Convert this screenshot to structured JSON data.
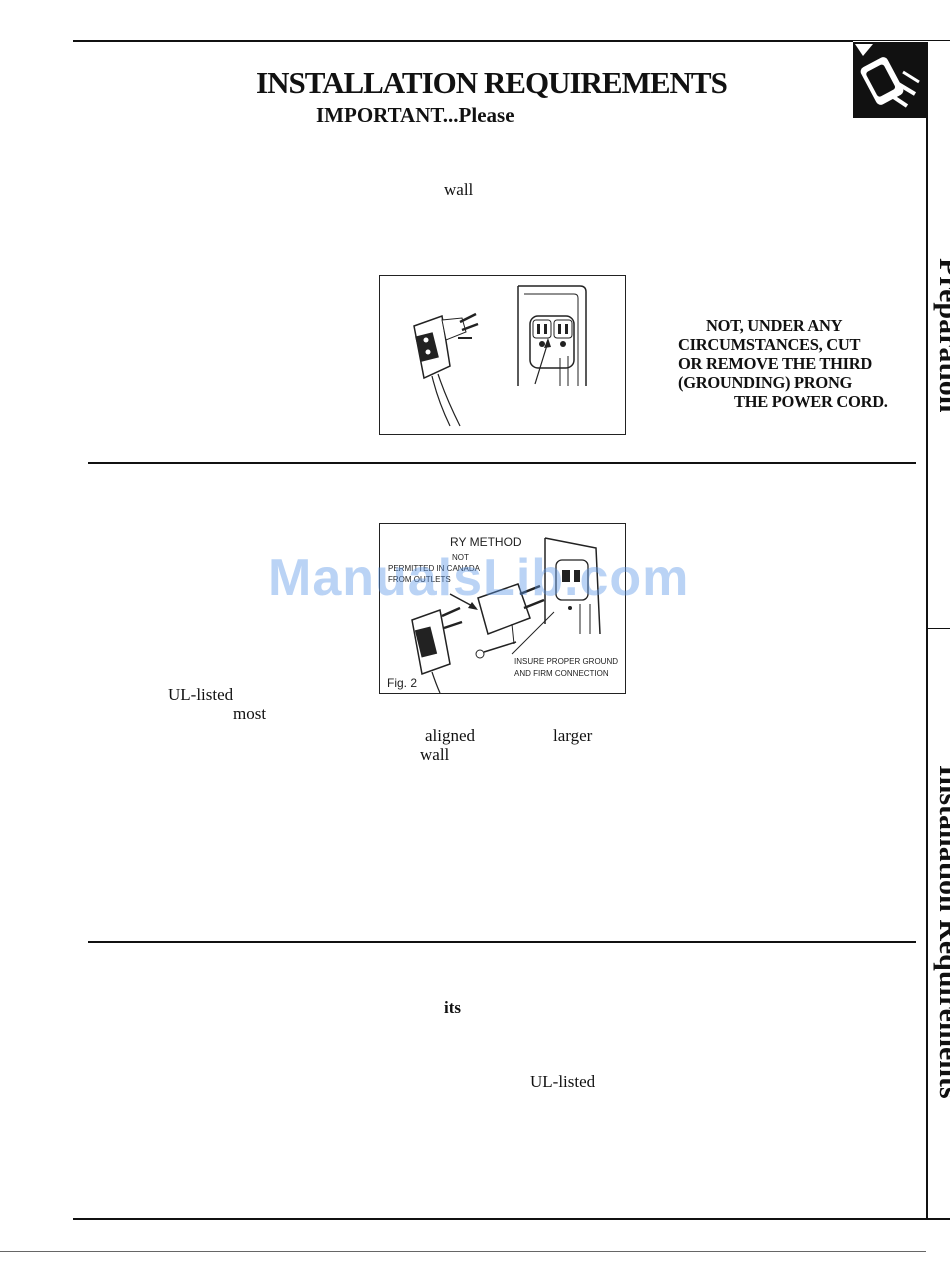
{
  "header": {
    "title": "INSTALLATION REQUIREMENTS",
    "subtitle": "IMPORTANT...Please"
  },
  "section1": {
    "word_wall": "wall",
    "warning_lines": [
      "NOT, UNDER ANY",
      "CIRCUMSTANCES, CUT",
      "OR REMOVE THE THIRD",
      "(GROUNDING) PRONG",
      "THE POWER CORD."
    ]
  },
  "section2": {
    "figure": {
      "title": "RY METHOD",
      "note_lines": [
        "NOT",
        "PERMITTED IN CANADA",
        "FROM OUTLETS"
      ],
      "callout_lines": [
        "INSURE PROPER GROUND",
        "AND FIRM CONNECTION"
      ],
      "caption": "Fig. 2"
    },
    "fragments": {
      "ul_listed": "UL-listed",
      "most": "most",
      "aligned": "aligned",
      "larger": "larger",
      "wall": "wall"
    }
  },
  "section3": {
    "word_its": "its",
    "word_ul_listed": "UL-listed"
  },
  "sidebar": {
    "tab_top": "Preparation",
    "tab_bottom": "Installation Requirements"
  },
  "watermark": "ManualsLib.com"
}
